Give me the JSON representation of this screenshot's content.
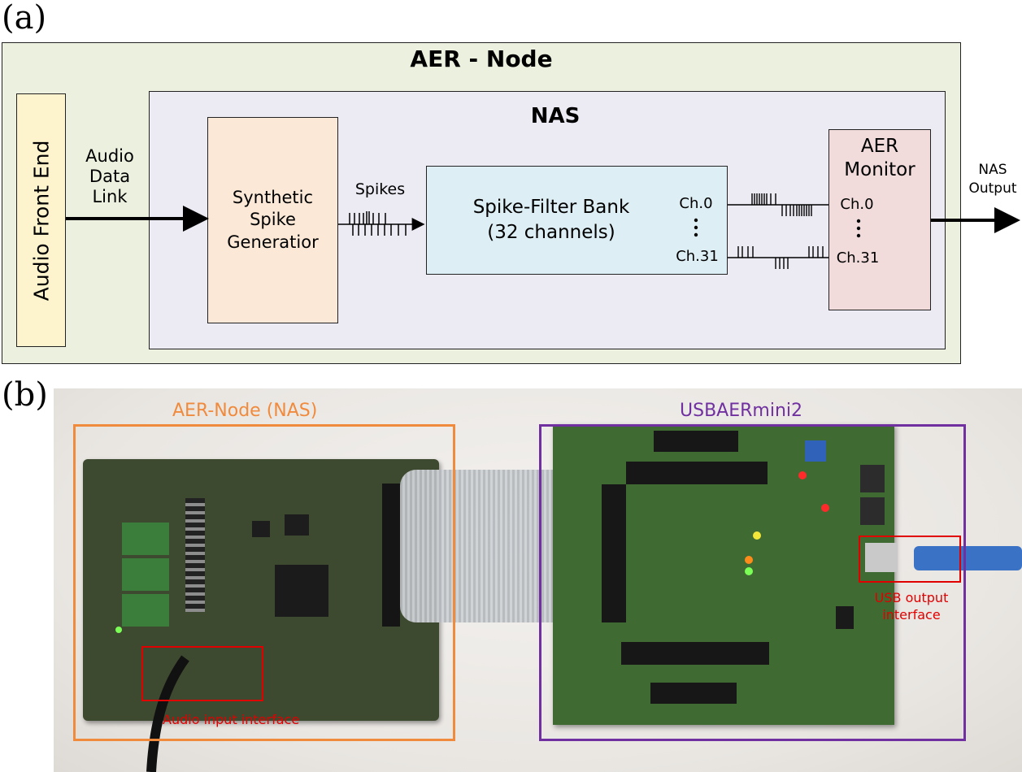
{
  "panel_a_label": "(a)",
  "panel_b_label": "(b)",
  "aer_node_title": "AER - Node",
  "nas_title": "NAS",
  "audio_front_end": "Audio Front End",
  "audio_data_link": [
    "Audio",
    "Data",
    "Link"
  ],
  "synthetic_spike_generator": [
    "Synthetic",
    "Spike",
    "Generatior"
  ],
  "spikes_label": "Spikes",
  "spike_filter_bank": [
    "Spike-Filter Bank",
    "(32 channels)"
  ],
  "filter_ch0": "Ch.0",
  "filter_ch31": "Ch.31",
  "aer_monitor": [
    "AER",
    "Monitor"
  ],
  "monitor_ch0": "Ch.0",
  "monitor_ch31": "Ch.31",
  "nas_output": [
    "NAS",
    "Output"
  ],
  "photo": {
    "aer_node_label": "AER-Node (NAS)",
    "usbaermini2_label": "USBAERmini2",
    "audio_input_label": "Audio input interface",
    "usb_output_label": [
      "USB output",
      "interface"
    ]
  },
  "colors": {
    "aer_node_bg": "#ebf1de",
    "nas_bg": "#eceaf3",
    "audio_front_end_bg": "#fdf3cc",
    "spike_gen_bg": "#fbe8d7",
    "filter_bank_bg": "#ddeef4",
    "monitor_bg": "#f1dcdb",
    "orange_frame": "#f08a3c",
    "purple_frame": "#7030a0",
    "red_box": "#e00000"
  }
}
